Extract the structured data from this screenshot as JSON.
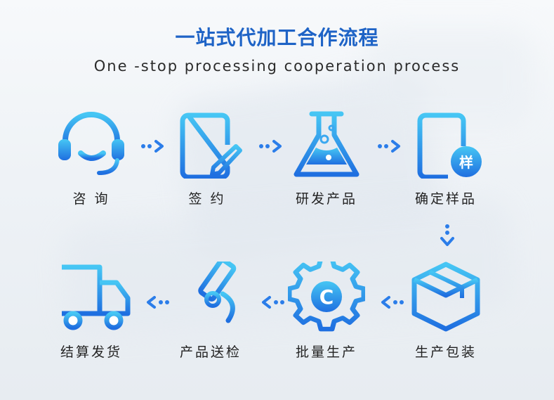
{
  "header": {
    "title": "一站式代加工合作流程",
    "subtitle": "One -stop processing cooperation process"
  },
  "steps_row1": [
    {
      "label": "咨 询",
      "icon": "headset-icon"
    },
    {
      "label": "签 约",
      "icon": "contract-sign-icon"
    },
    {
      "label": "研发产品",
      "icon": "flask-icon"
    },
    {
      "label": "确定样品",
      "icon": "sample-document-icon"
    }
  ],
  "steps_row2": [
    {
      "label": "结算发货",
      "icon": "delivery-truck-icon"
    },
    {
      "label": "产品送检",
      "icon": "microscope-icon"
    },
    {
      "label": "批量生产",
      "icon": "gear-icon"
    },
    {
      "label": "生产包装",
      "icon": "package-box-icon"
    }
  ],
  "sample_badge": "样",
  "gear_letter": "C",
  "colors": {
    "title": "#1e63c6",
    "icon_gradient_top": "#46c6f4",
    "icon_gradient_bottom": "#1f6fe0"
  }
}
